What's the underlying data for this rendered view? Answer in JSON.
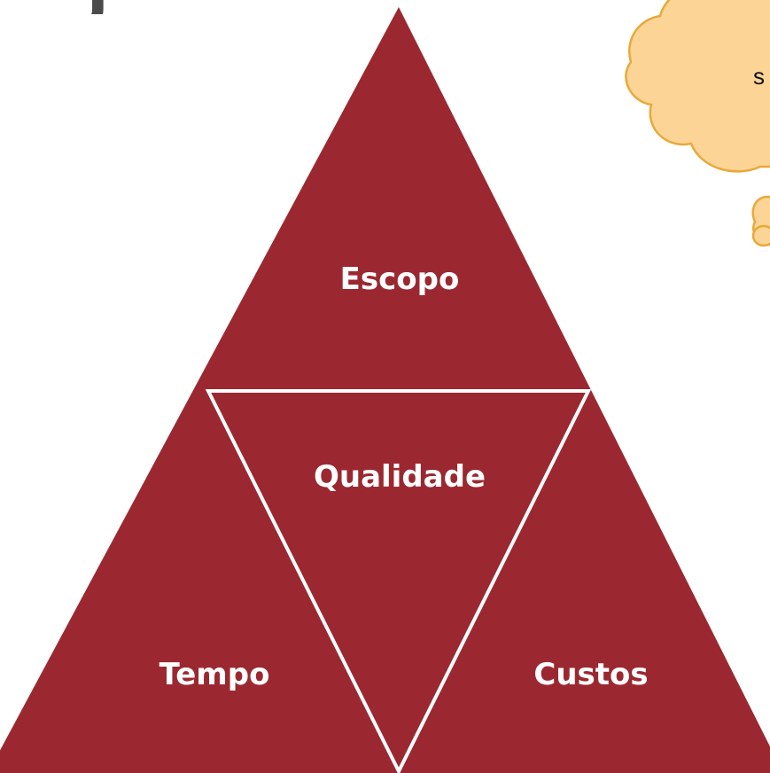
{
  "colors": {
    "triangle_fill": "#9b2830",
    "divider_stroke": "#ffffff",
    "cloud_fill": "#fcd596",
    "cloud_stroke": "#e8a93a"
  },
  "title_fragment": "j",
  "diagram": {
    "top_label": "Escopo",
    "center_label": "Qualidade",
    "left_label": "Tempo",
    "right_label": "Custos"
  },
  "cloud": {
    "text": "s"
  }
}
